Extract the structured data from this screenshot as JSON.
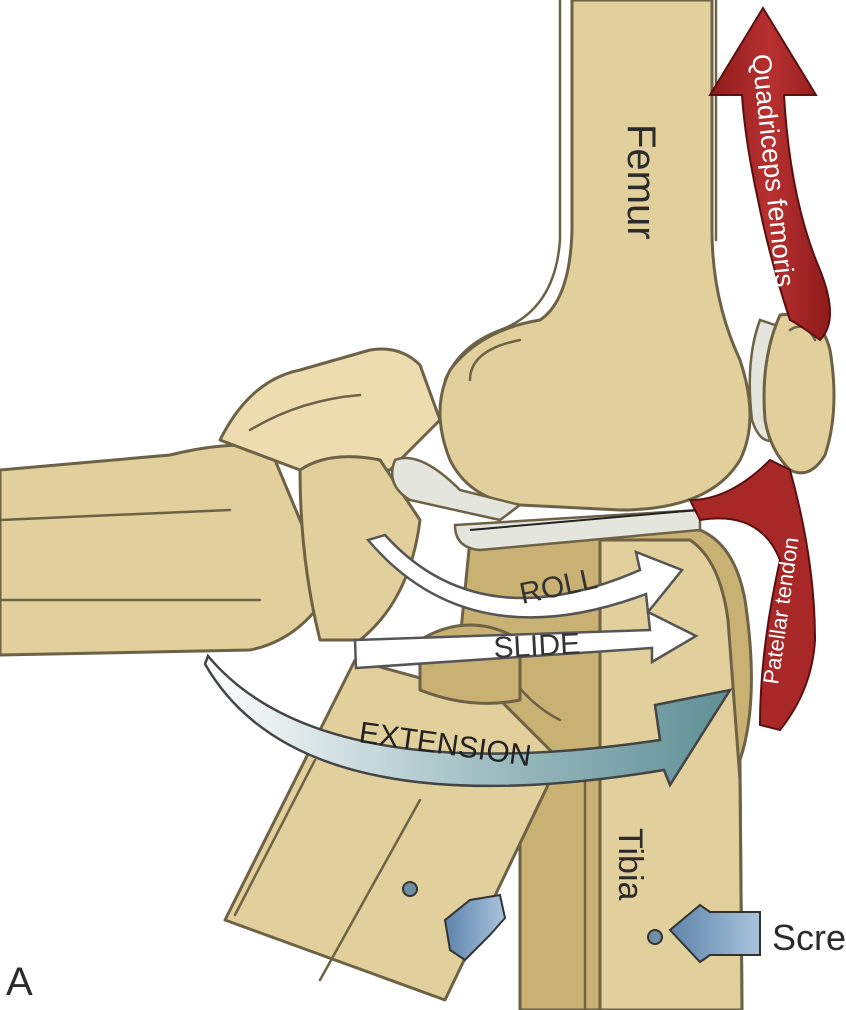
{
  "labels": {
    "femur": "Femur",
    "tibia": "Tibia",
    "quadriceps": "Quadriceps femoris",
    "patellar": "Patellar tendon",
    "roll": "ROLL",
    "slide": "SLIDE",
    "extension": "EXTENSION",
    "screw": "Scre",
    "panel": "A"
  },
  "colors": {
    "bone": "#e1cf9c",
    "bone_shadow": "#c9b073",
    "muscle": "#a32424",
    "extension_arrow": "#6f9da3",
    "screw_arrow": "#7fa0c0"
  }
}
